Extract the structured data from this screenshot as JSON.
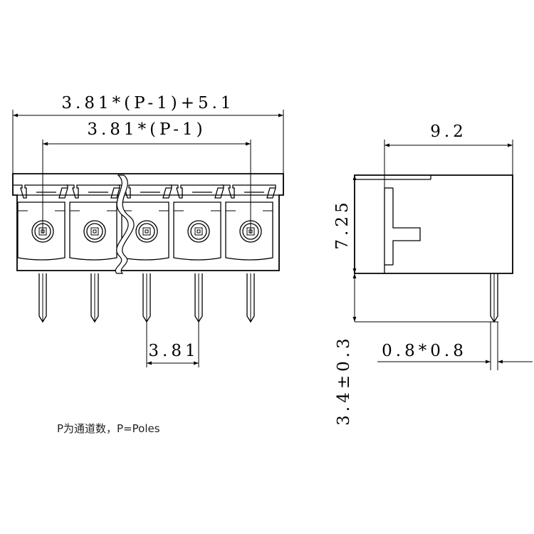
{
  "dimensions": {
    "overall_width": "3.81*(P-1)+5.1",
    "pin_span": "3.81*(P-1)",
    "pitch": "3.81",
    "depth": "9.2",
    "body_height": "7.25",
    "pin_length": "3.4±0.3",
    "pin_section": "0.8*0.8"
  },
  "note": "P为通道数，P=Poles",
  "poles_shown": 5
}
